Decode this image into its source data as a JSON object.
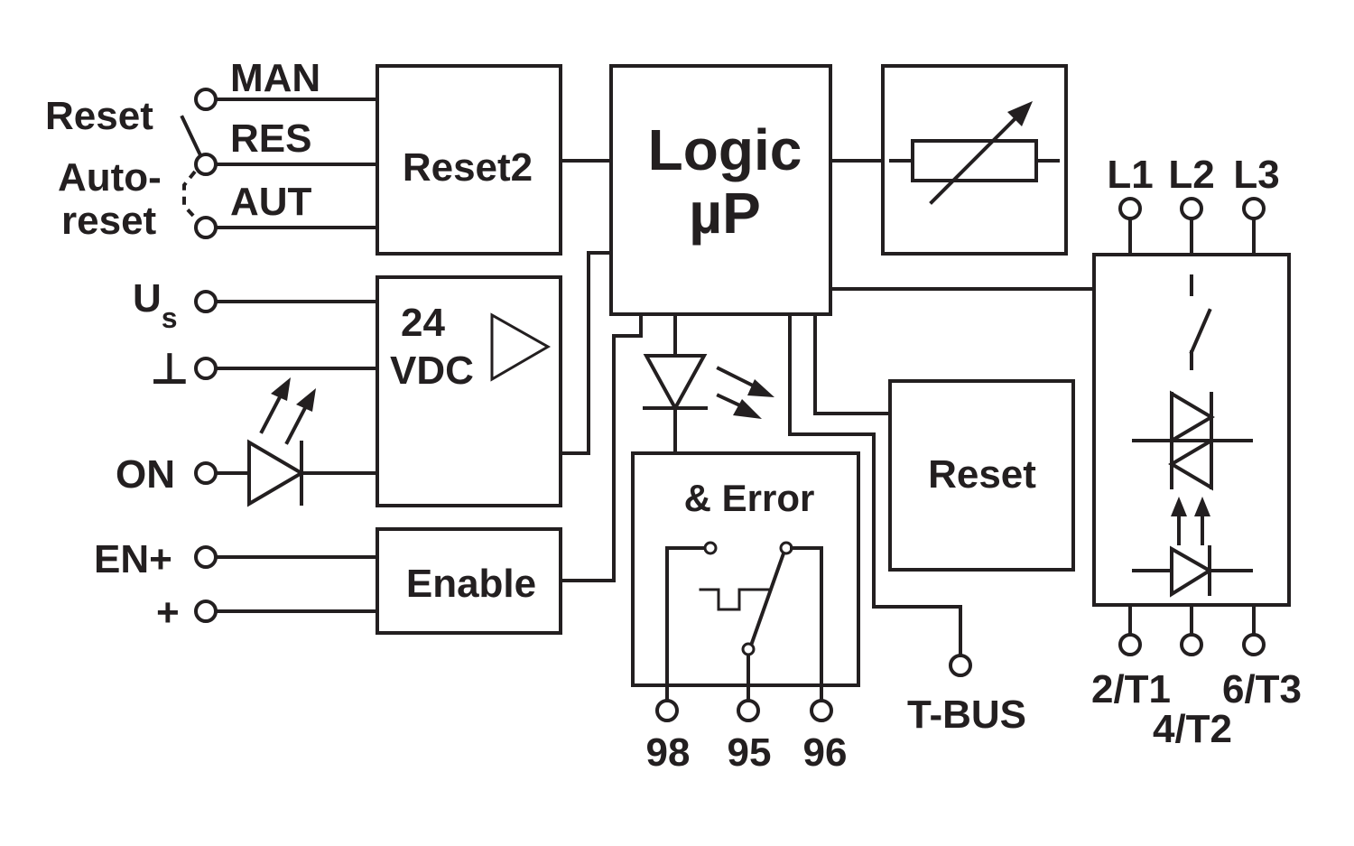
{
  "labels": {
    "man": "MAN",
    "res": "RES",
    "aut": "AUT",
    "reset_side": "Reset",
    "auto_reset_1": "Auto-",
    "auto_reset_2": "reset",
    "us_main": "U",
    "us_sub": "s",
    "ground": "⊥",
    "on": "ON",
    "en_plus": "EN+",
    "plus": "+",
    "t_bus": "T-BUS",
    "t98": "98",
    "t95": "95",
    "t96": "96",
    "l1": "L1",
    "l2": "L2",
    "l3": "L3",
    "t1": "2/T1",
    "t2": "4/T2",
    "t3": "6/T3"
  },
  "blocks": {
    "reset2": "Reset2",
    "logic_1": "Logic",
    "logic_2": "µP",
    "vdc_1": "24",
    "vdc_2": "VDC",
    "enable": "Enable",
    "error": "& Error",
    "reset": "Reset"
  },
  "colors": {
    "ink": "#231f20",
    "background": "#ffffff"
  }
}
